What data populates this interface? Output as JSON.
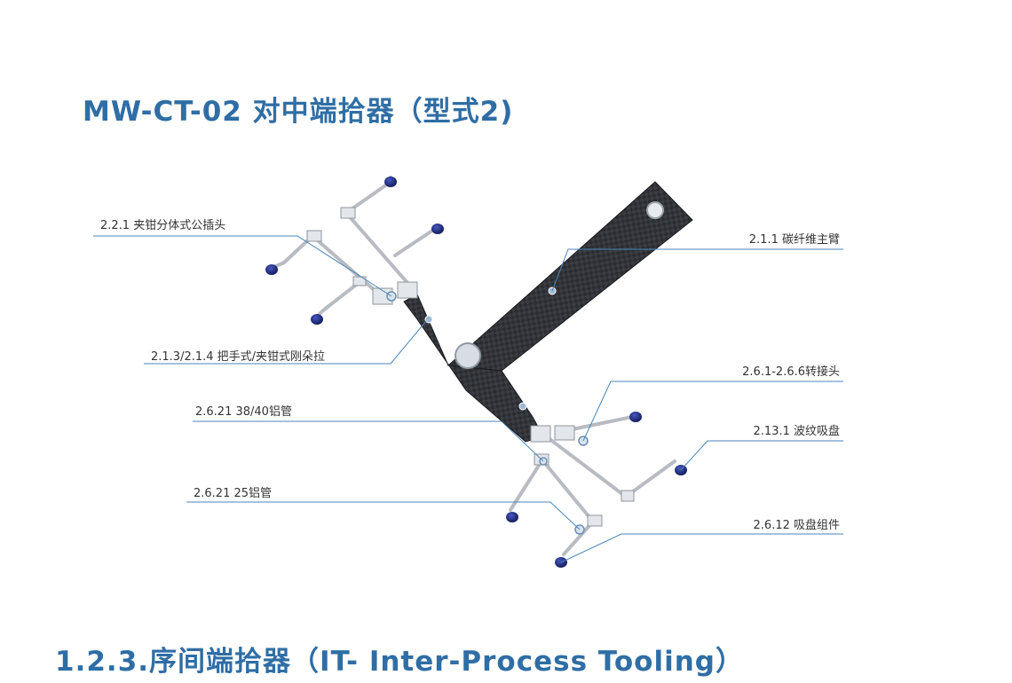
{
  "page": {
    "title": "MW-CT-02 对中端拾器（型式2)",
    "section_heading": "1.2.3.序间端拾器（IT- Inter-Process Tooling）"
  },
  "callouts": {
    "c221": "2.2.1 夹钳分体式公插头",
    "c213": "2.1.3/2.1.4 把手式/夹钳式刚朵拉",
    "c2621a": "2.6.21 38/40铝管",
    "c2621b": "2.6.21 25铝管",
    "c211": "2.1.1 碳纤维主臂",
    "c261": "2.6.1-2.6.6转接头",
    "c2131": "2.13.1 波纹吸盘",
    "c2612": "2.6.12 吸盘组件"
  },
  "colors": {
    "heading": "#2f6ea5",
    "leader": "#4a86b8",
    "carbon": "#2b2d31",
    "aluminum": "#c9ccd1",
    "suction_cup": "#1f2a7a"
  }
}
